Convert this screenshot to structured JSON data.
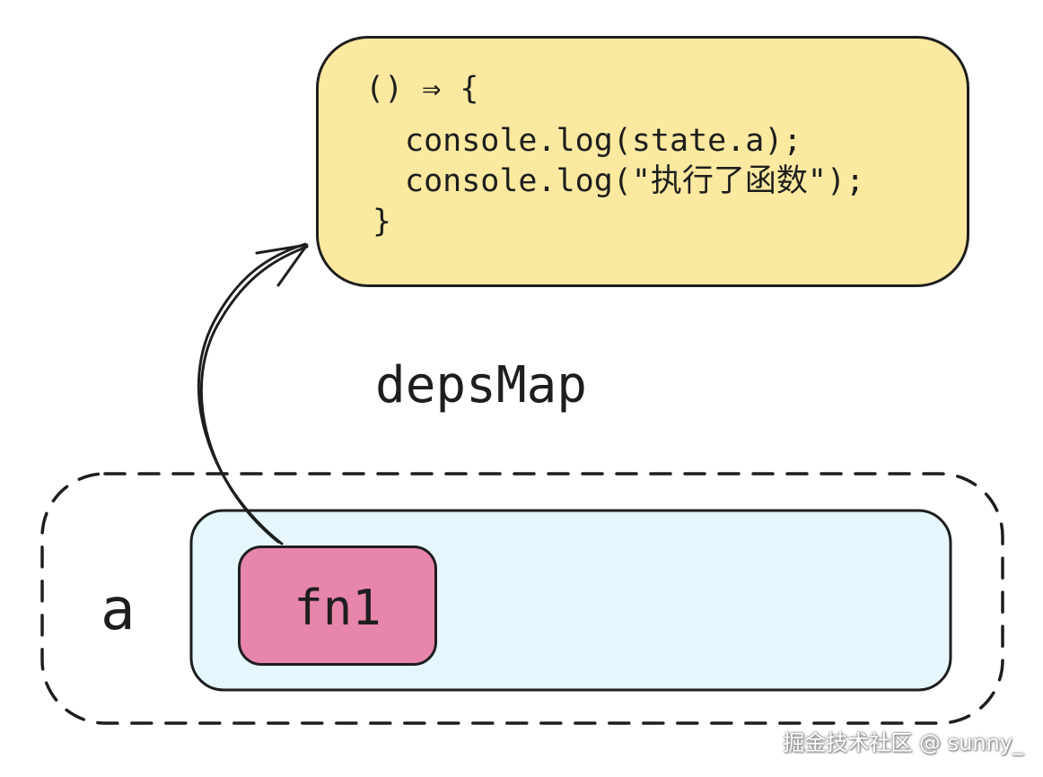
{
  "effect_fn": {
    "code_lines": [
      "() ⇒ {",
      "console.log(state.a);",
      "console.log(\"执行了函数\");",
      "}"
    ]
  },
  "deps_map": {
    "label": "depsMap"
  },
  "dep_entry": {
    "key": "a",
    "fn_label": "fn1"
  },
  "watermark": {
    "text": "掘金技术社区 @ sunny_"
  },
  "colors": {
    "code_box_fill": "#fbe9a0",
    "dep_set_fill": "#e5f6fc",
    "fn_fill": "#e785aa",
    "stroke": "#1e1e1e"
  }
}
